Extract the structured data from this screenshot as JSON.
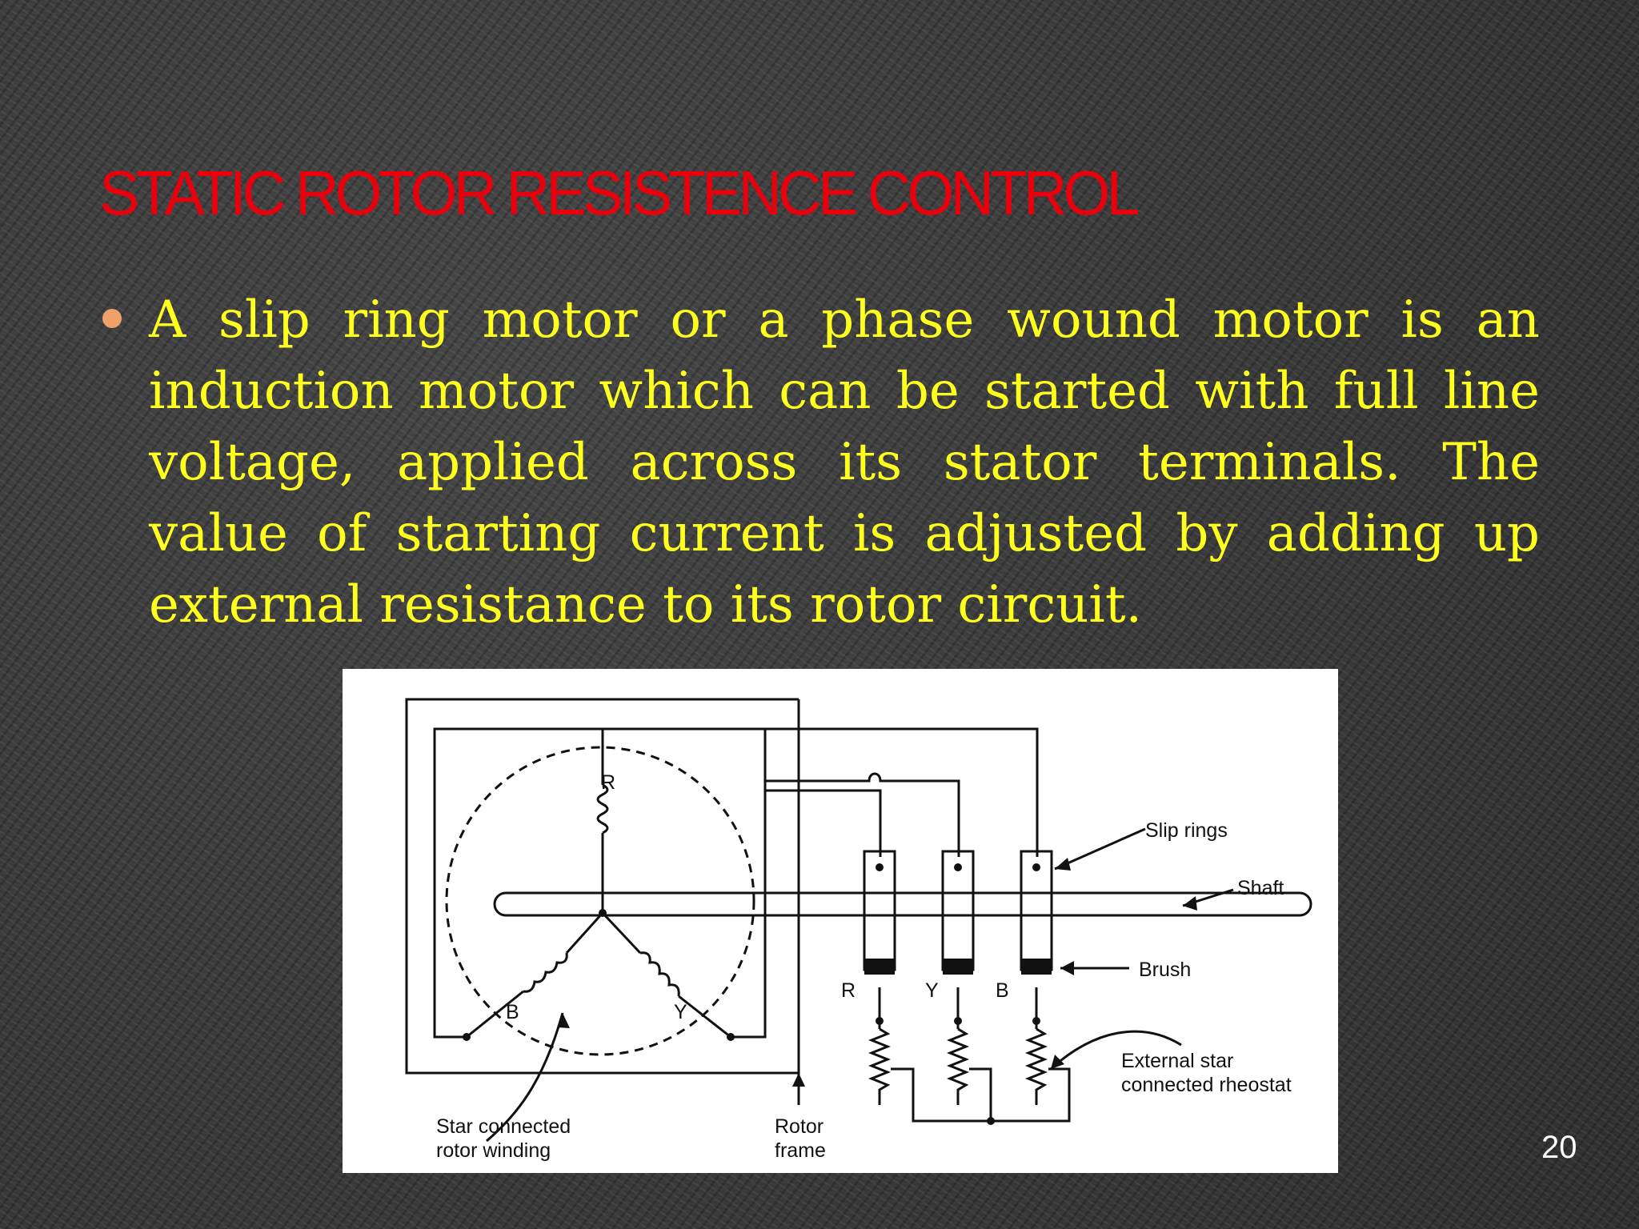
{
  "slide": {
    "title": "STATIC ROTOR RESISTENCE CONTROL",
    "bullet": "A slip ring motor or a phase wound motor is an induction motor which can be started with full line voltage, applied across its stator terminals. The value of starting current is adjusted by adding up external resistance to its rotor circuit.",
    "page_number": "20",
    "title_color": "#e8000d",
    "text_color": "#ffff1f",
    "bullet_color": "#f0a16a"
  },
  "diagram": {
    "labels": {
      "slip_rings": "Slip rings",
      "shaft": "Shaft",
      "brush": "Brush",
      "external_line1": "External star",
      "external_line2": "connected rheostat",
      "star_line1": "Star connected",
      "star_line2": "rotor winding",
      "rotor_line1": "Rotor",
      "rotor_line2": "frame",
      "phase_r": "R",
      "phase_y": "Y",
      "phase_b": "B"
    }
  }
}
